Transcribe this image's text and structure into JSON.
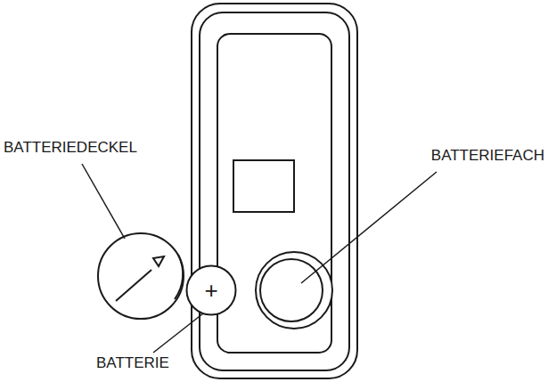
{
  "diagram": {
    "nodes": [
      {
        "text": [
          "+"
        ]
      }
    ],
    "labels": [
      "BATTERIEDECKEL",
      "BATTERIEFACH",
      "BATTERIE"
    ]
  }
}
